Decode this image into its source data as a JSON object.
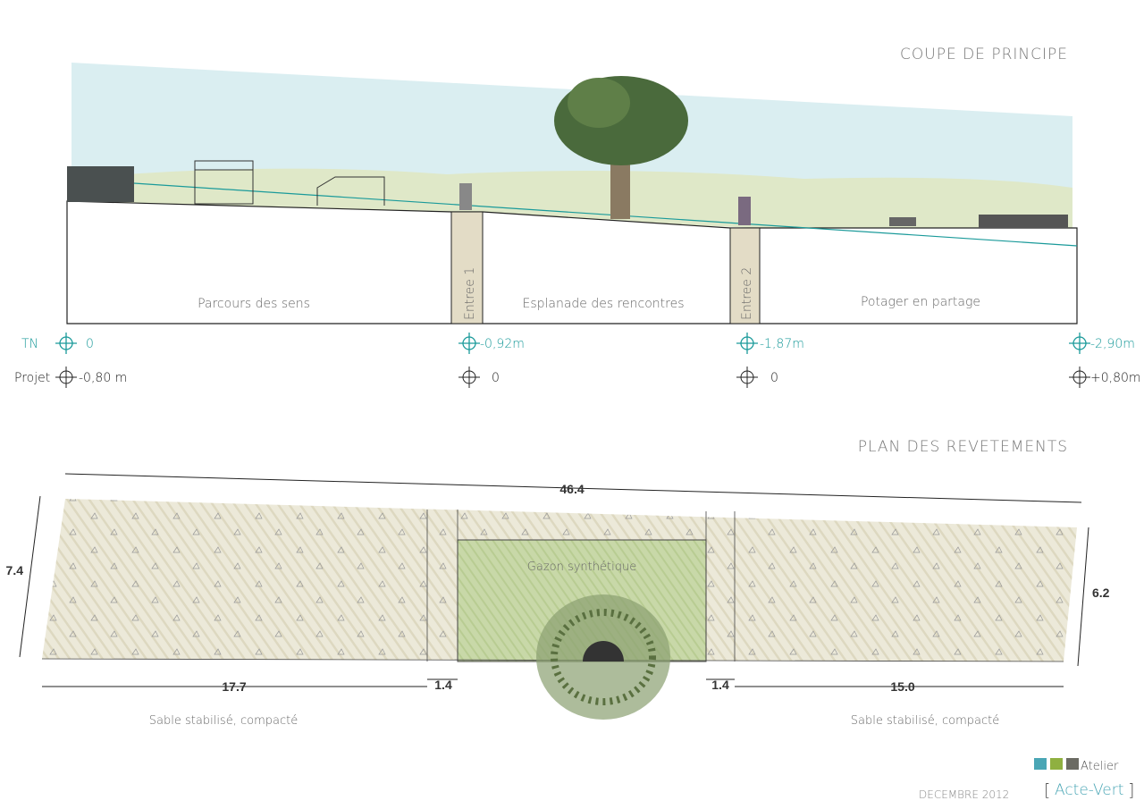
{
  "section": {
    "title": "COUPE DE PRINCIPE",
    "zones": [
      "Parcours des sens",
      "Esplanade des rencontres",
      "Potager en partage"
    ],
    "entries": [
      "Entree 1",
      "Entree 2"
    ],
    "levels": {
      "tn_label": "TN",
      "projet_label": "Projet",
      "tn_values": [
        "0",
        "-0,92m",
        "-1,87m",
        "-2,90m"
      ],
      "projet_values": [
        "-0,80 m",
        "0",
        "0",
        "+0,80m"
      ]
    }
  },
  "plan": {
    "title": "PLAN DES REVETEMENTS",
    "dimensions": {
      "total_length": "46.4",
      "left_height": "7.4",
      "right_height": "6.2",
      "left_length": "17.7",
      "entry1_width": "1.4",
      "entry2_width": "1.4",
      "right_length": "15.0"
    },
    "surfaces": {
      "center": "Gazon synthétique",
      "left": "Sable stabilisé, compacté",
      "right": "Sable stabilisé, compacté"
    }
  },
  "footer": {
    "date": "DECEMBRE 2012",
    "logo_line1": "Atelier",
    "logo_line2": "Acte-Vert"
  },
  "colors": {
    "sky": "#d6ecef",
    "hills": "#dfe8c8",
    "sand": "#e6e2cf",
    "lawn": "#c5d6a4",
    "tn_line": "#1a9a9a",
    "logo_teal": "#4aa6b5",
    "logo_green": "#8fb040",
    "logo_grey": "#6b6b63"
  }
}
